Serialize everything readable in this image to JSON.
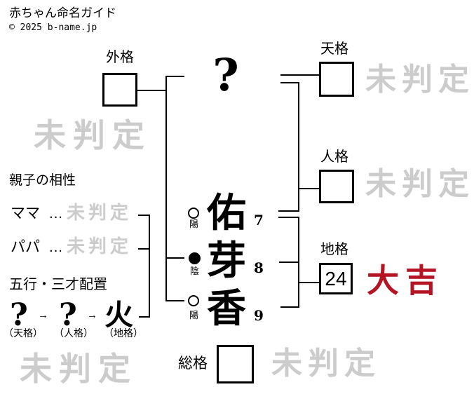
{
  "header": {
    "title": "赤ちゃん命名ガイド",
    "copyright": "© 2025 b-name.jp"
  },
  "surname": {
    "placeholder": "?"
  },
  "name": {
    "chars": [
      {
        "char": "佑",
        "strokes": "7",
        "polarity": "陽"
      },
      {
        "char": "芽",
        "strokes": "8",
        "polarity": "陰"
      },
      {
        "char": "香",
        "strokes": "9",
        "polarity": "陽"
      }
    ]
  },
  "kaku": {
    "gaikaku": {
      "label": "外格",
      "value": "",
      "result": "未判定"
    },
    "tenkaku": {
      "label": "天格",
      "value": "",
      "result": "未判定"
    },
    "jinkaku": {
      "label": "人格",
      "value": "",
      "result": "未判定"
    },
    "chikaku": {
      "label": "地格",
      "value": "24",
      "result": "大吉"
    },
    "soukaku": {
      "label": "総格",
      "value": "",
      "result": "未判定"
    }
  },
  "compatibility": {
    "heading": "親子の相性",
    "rows": [
      {
        "label": "ママ",
        "ellipsis": "…",
        "result": "未判定"
      },
      {
        "label": "パパ",
        "ellipsis": "…",
        "result": "未判定"
      }
    ]
  },
  "gogyou": {
    "heading": "五行・三才配置",
    "arrow": "→",
    "elements": [
      {
        "symbol": "?",
        "label": "（天格）"
      },
      {
        "symbol": "?",
        "label": "（人格）"
      },
      {
        "symbol": "火",
        "label": "（地格）"
      }
    ]
  },
  "watermarks": {
    "bottom_left": "未判定"
  },
  "colors": {
    "luck_great_red": "#b41423",
    "watermark_gray": "#cccccc",
    "line_black": "#000000"
  }
}
